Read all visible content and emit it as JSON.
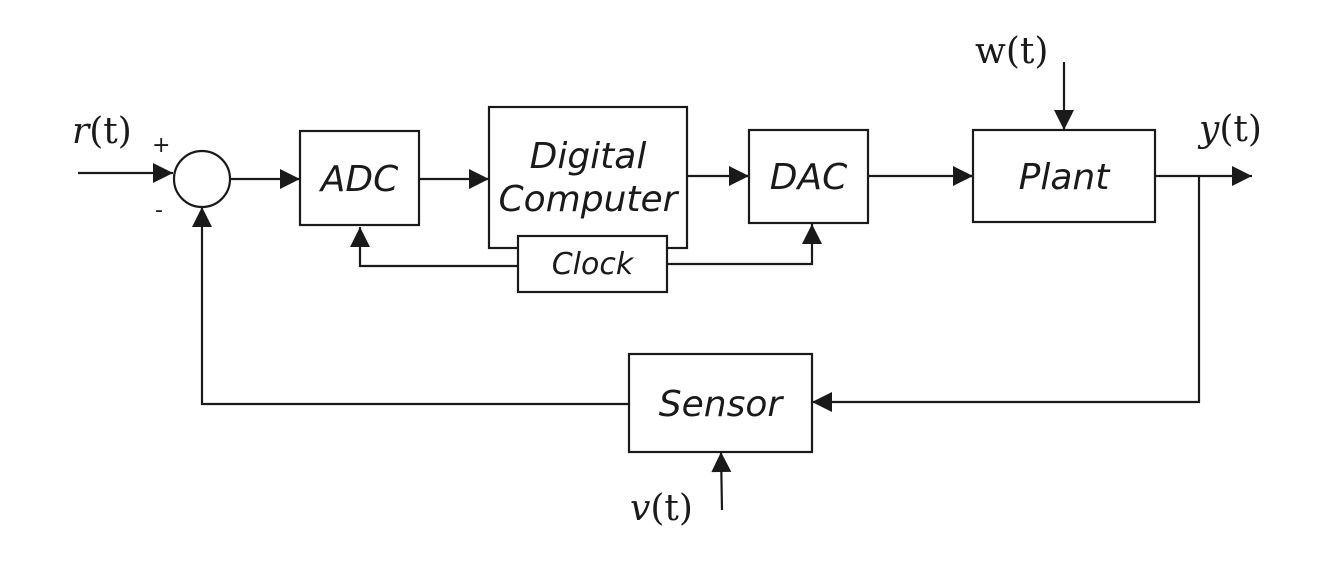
{
  "blocks": {
    "adc": "ADC",
    "computer_line1": "Digital",
    "computer_line2": "Computer",
    "clock": "Clock",
    "dac": "DAC",
    "plant": "Plant",
    "sensor": "Sensor"
  },
  "signals": {
    "reference": {
      "name": "r",
      "arg": "(t)"
    },
    "disturbance": {
      "name": "w",
      "arg": "(t)"
    },
    "output": {
      "name": "y",
      "arg": "(t)"
    },
    "noise": {
      "name": "v",
      "arg": "(t)"
    }
  },
  "summing_junction": {
    "plus": "+",
    "minus": "-"
  }
}
